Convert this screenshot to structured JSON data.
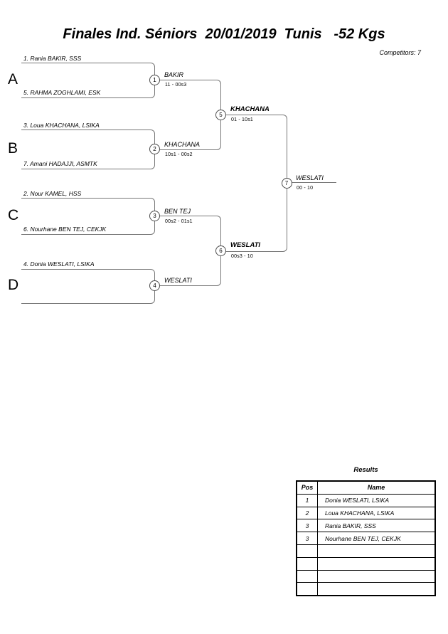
{
  "header": {
    "title": "Finales Ind. Séniors  20/01/2019  Tunis   -52 Kgs",
    "competitors_label": "Competitors: 7"
  },
  "bracket": {
    "sections": [
      {
        "letter": "A",
        "top_name": "1. Rania BAKIR, SSS",
        "bottom_name": "5. RAHMA ZOGHLAMI, ESK",
        "match_no": "1",
        "winner": "BAKIR",
        "score": "11 - 00s3"
      },
      {
        "letter": "B",
        "top_name": "3. Loua KHACHANA, LSIKA",
        "bottom_name": "7. Amani HADAJJI, ASMTK",
        "match_no": "2",
        "winner": "KHACHANA",
        "score": "10s1 - 00s2"
      },
      {
        "letter": "C",
        "top_name": "2. Nour KAMEL, HSS",
        "bottom_name": "6. Nourhane BEN TEJ, CEKJK",
        "match_no": "3",
        "winner": "BEN TEJ",
        "score": "00s2 - 01s1"
      },
      {
        "letter": "D",
        "top_name": "4. Donia WESLATI, LSIKA",
        "bottom_name": "",
        "match_no": "4",
        "winner": "WESLATI",
        "score": ""
      }
    ],
    "semifinals": [
      {
        "match_no": "5",
        "winner": "KHACHANA",
        "score": "01 - 10s1"
      },
      {
        "match_no": "6",
        "winner": "WESLATI",
        "score": "00s3 - 10"
      }
    ],
    "final": {
      "match_no": "7",
      "winner": "WESLATI",
      "score": "00 - 10"
    }
  },
  "results": {
    "title": "Results",
    "columns": {
      "pos": "Pos",
      "name": "Name"
    },
    "rows": [
      {
        "pos": "1",
        "name": "Donia WESLATI, LSIKA"
      },
      {
        "pos": "2",
        "name": "Loua KHACHANA, LSIKA"
      },
      {
        "pos": "3",
        "name": "Rania BAKIR, SSS"
      },
      {
        "pos": "3",
        "name": "Nourhane BEN TEJ, CEKJK"
      },
      {
        "pos": "",
        "name": ""
      },
      {
        "pos": "",
        "name": ""
      },
      {
        "pos": "",
        "name": ""
      },
      {
        "pos": "",
        "name": ""
      }
    ]
  },
  "colors": {
    "line": "#777777",
    "table_border": "#000000",
    "text": "#000000"
  }
}
